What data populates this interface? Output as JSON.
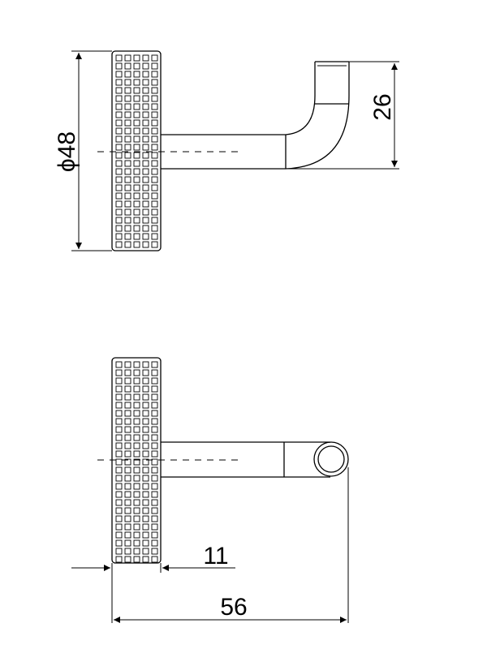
{
  "dimensions": {
    "diameter": "ϕ48",
    "hook_height": "26",
    "base_thickness": "11",
    "total_depth": "56"
  }
}
